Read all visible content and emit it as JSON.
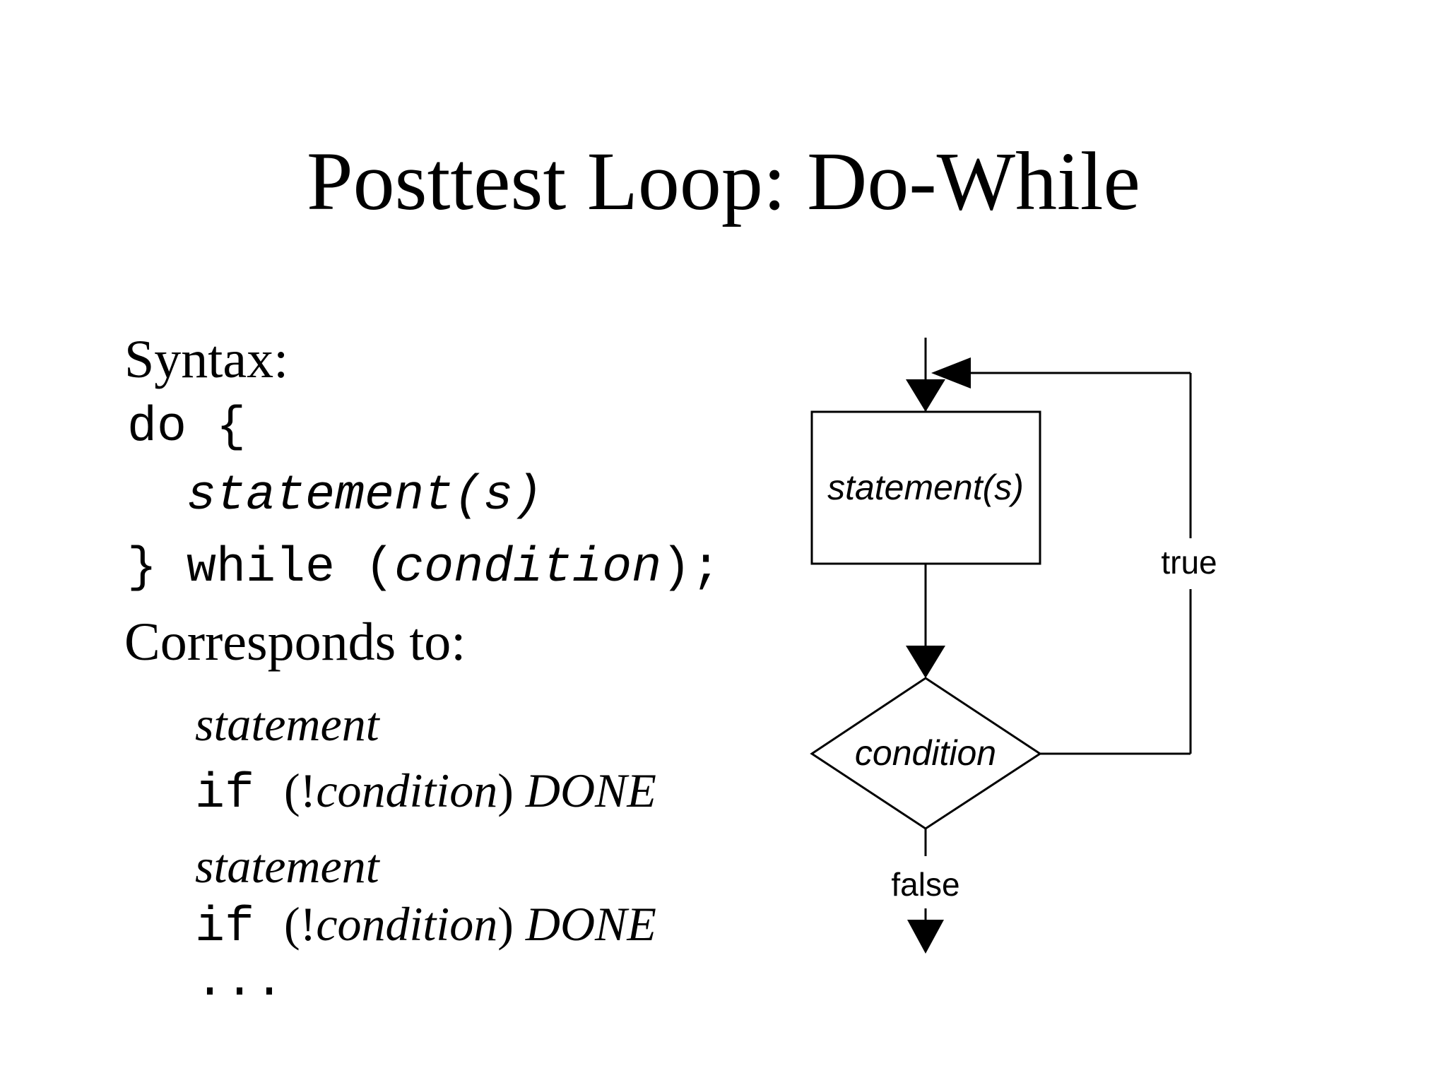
{
  "title": "Posttest Loop: Do-While",
  "syntax": {
    "heading": "Syntax:",
    "lines": [
      {
        "segments": [
          {
            "style": "mono",
            "text": "do {"
          }
        ]
      },
      {
        "segments": [
          {
            "style": "mono-italic",
            "text": "statement(s)"
          }
        ]
      },
      {
        "segments": [
          {
            "style": "mono",
            "text": "} while ("
          },
          {
            "style": "mono-italic",
            "text": "condition"
          },
          {
            "style": "mono",
            "text": ");"
          }
        ]
      }
    ]
  },
  "corresponds": {
    "heading": "Corresponds to:",
    "lines": [
      {
        "segments": [
          {
            "style": "serif-italic",
            "text": "statement"
          }
        ]
      },
      {
        "segments": [
          {
            "style": "mono",
            "text": "if "
          },
          {
            "style": "serif",
            "text": "(!"
          },
          {
            "style": "serif-italic",
            "text": "condition"
          },
          {
            "style": "serif",
            "text": ") "
          },
          {
            "style": "serif-italic",
            "text": "DONE"
          }
        ]
      },
      {
        "segments": [
          {
            "style": "serif-italic",
            "text": "statement"
          }
        ]
      },
      {
        "segments": [
          {
            "style": "mono",
            "text": "if "
          },
          {
            "style": "serif",
            "text": "(!"
          },
          {
            "style": "serif-italic",
            "text": "condition"
          },
          {
            "style": "serif",
            "text": ") "
          },
          {
            "style": "serif-italic",
            "text": "DONE"
          }
        ]
      },
      {
        "segments": [
          {
            "style": "mono",
            "text": "..."
          }
        ]
      }
    ]
  },
  "flowchart": {
    "process_label": "statement(s)",
    "decision_label": "condition",
    "true_label": "true",
    "false_label": "false"
  },
  "colors": {
    "background": "#ffffff",
    "stroke": "#000000",
    "text": "#000000"
  }
}
